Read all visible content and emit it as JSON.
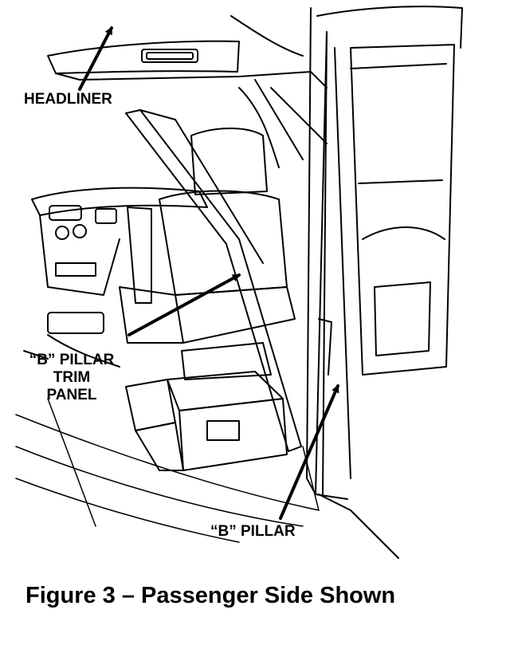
{
  "labels": {
    "headliner": "HEADLINER",
    "bpillar_trim_line1": "“B” PILLAR",
    "bpillar_trim_line2": "TRIM",
    "bpillar_trim_line3": "PANEL",
    "bpillar": "“B” PILLAR"
  },
  "caption": "Figure 3 – Passenger Side Shown"
}
